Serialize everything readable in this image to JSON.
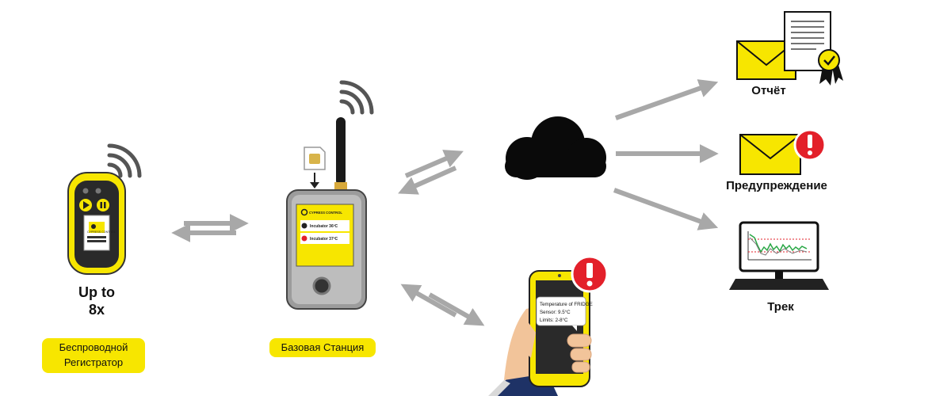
{
  "logger": {
    "count_line1": "Up to",
    "count_line2": "8x",
    "caption_line1": "Беспроводной",
    "caption_line2": "Регистратор",
    "screen_brand": "CYPRESS CONTROL"
  },
  "base_station": {
    "caption": "Базовая Станция",
    "screen_brand": "CYPRESS CONTROL",
    "row1_name": "Incubator 36ºC",
    "row2_name": "Incubator 37ºC"
  },
  "phone": {
    "notification_line1": "Temperature of FRIDGE",
    "notification_line2": "Sensor: 9.5°C",
    "notification_line3": "Limits: 2-8°C"
  },
  "outputs": {
    "report_label": "Отчёт",
    "warning_label": "Предупреждение",
    "track_label": "Трек"
  },
  "colors": {
    "accent_yellow": "#f7e600",
    "arrow_gray": "#a8a8a8",
    "alert_red": "#e3202a"
  }
}
